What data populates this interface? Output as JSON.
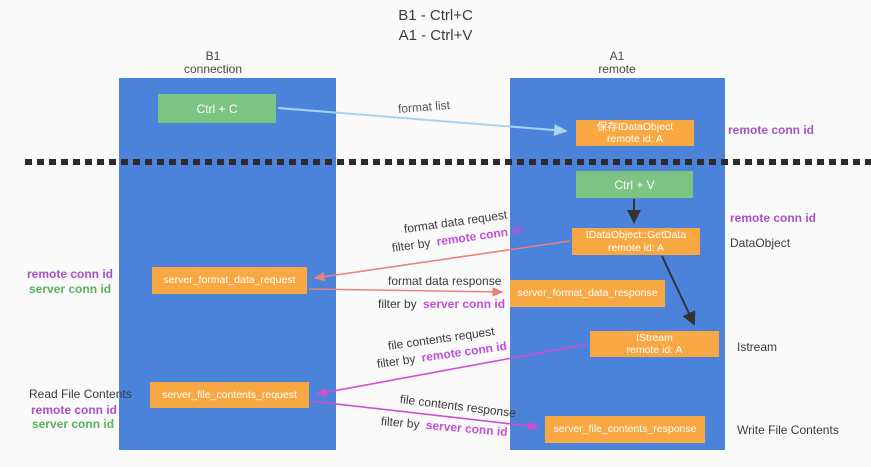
{
  "title": {
    "line1": "B1 - Ctrl+C",
    "line2": "A1 - Ctrl+V"
  },
  "lanes": {
    "left": {
      "name": "B1",
      "role": "connection"
    },
    "right": {
      "name": "A1",
      "role": "remote"
    }
  },
  "nodes": {
    "ctrl_c": {
      "label": "Ctrl + C"
    },
    "ctrl_v": {
      "label": "Ctrl + V"
    },
    "save_dataobject": {
      "line1": "保存IDataObject",
      "line2": "remote id: A"
    },
    "getdata": {
      "line1": "IDataObject::GetData",
      "line2": "remote id: A"
    },
    "istream": {
      "line1": "IStream",
      "line2": "remote id: A"
    },
    "format_request": {
      "label": "server_format_data_request"
    },
    "format_response": {
      "label": "server_format_data_response"
    },
    "file_request": {
      "label": "server_file_contents_request"
    },
    "file_response": {
      "label": "server_file_contents_response"
    }
  },
  "right_labels": {
    "remote_conn_id_top": "remote conn id",
    "remote_conn_id_mid": "remote conn id",
    "dataobject": "DataObject",
    "istream": "Istream",
    "write_file_contents": "Write File Contents"
  },
  "left_labels": {
    "remote_conn_id_mid": "remote conn id",
    "server_conn_id_mid": "server conn id",
    "read_file_contents": "Read File Contents",
    "remote_conn_id_bottom": "remote conn id",
    "server_conn_id_bottom": "server conn id"
  },
  "arrow_labels": {
    "format_list": "format list",
    "format_data_request": "format data request",
    "format_data_response": "format data response",
    "file_contents_request": "file contents request",
    "file_contents_response": "file contents response",
    "filter_by": "filter by",
    "remote_conn_id": "remote conn id",
    "server_conn_id": "server conn id"
  },
  "colors": {
    "lane_blue": "#4b82da",
    "node_orange": "#f8a843",
    "node_green": "#7dc383",
    "arrow_blue": "#a9d3f2",
    "arrow_salmon": "#e8837c",
    "arrow_magenta": "#cf4fd0",
    "arrow_black": "#333333",
    "label_purple": "#aa4fc8",
    "label_green": "#56b45a",
    "filter_value_magenta": "#c34fd8"
  }
}
